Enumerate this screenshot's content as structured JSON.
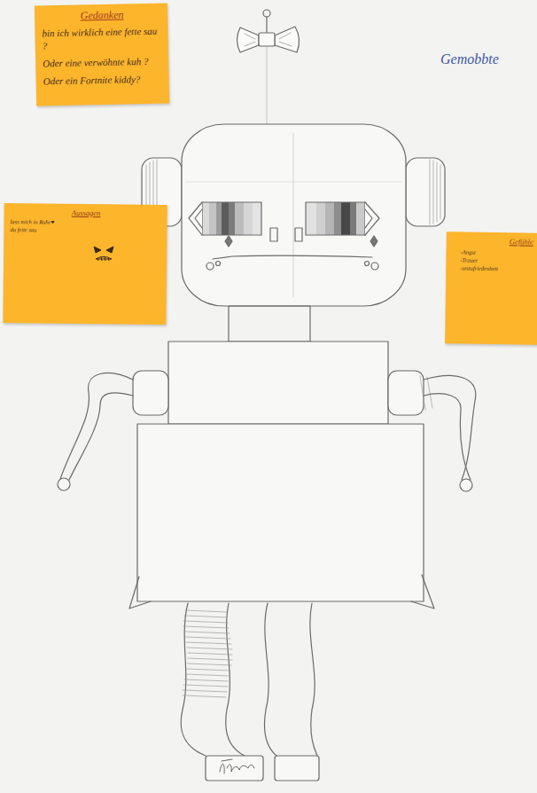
{
  "diagram": {
    "title": "Gemobbte",
    "nodes": [
      {
        "text": [
          "Gedanken",
          "bin ich wirklich eine fette sau ?",
          "Oder eine verwöhnte kuh ?",
          "Oder ein Fortnite kiddy?"
        ]
      },
      {
        "text": [
          "Aussagen",
          "lass mich in Ruhe♥",
          "du fette sau"
        ]
      },
      {
        "text": [
          "Gefühle",
          "-Angst",
          "-Trauer",
          "-unzufriedenheit"
        ]
      }
    ]
  }
}
